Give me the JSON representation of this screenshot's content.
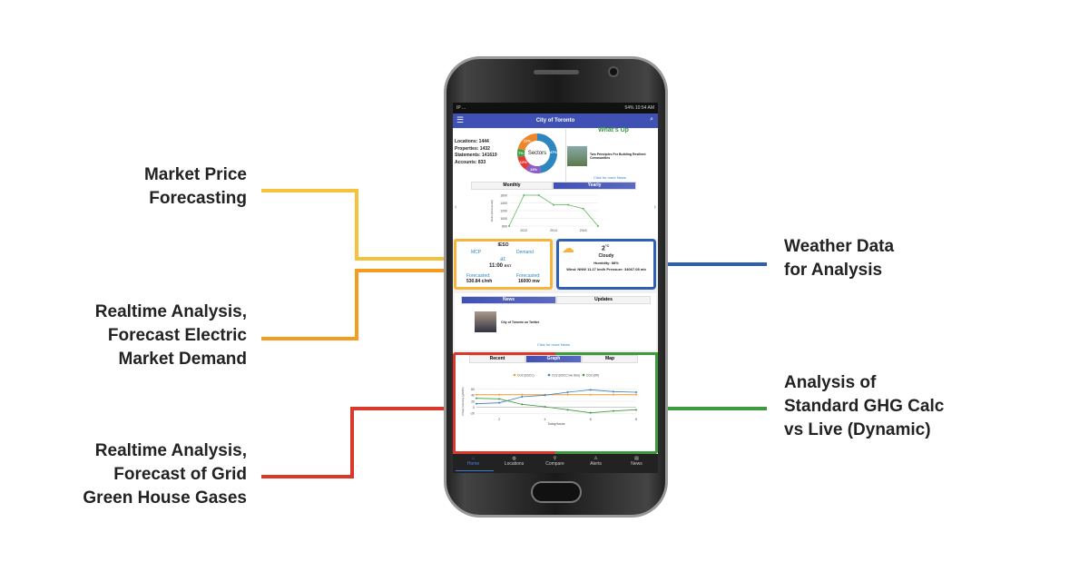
{
  "annotations": {
    "market_price": [
      "Market Price",
      "Forecasting"
    ],
    "realtime_demand": [
      "Realtime Analysis,",
      "Forecast Electric",
      "Market Demand"
    ],
    "realtime_ghg": [
      "Realtime Analysis,",
      "Forecast of Grid",
      "Green House Gases"
    ],
    "weather": [
      "Weather Data",
      "for Analysis"
    ],
    "ghg_calc": [
      "Analysis of",
      "Standard GHG Calc",
      "vs Live (Dynamic)"
    ]
  },
  "colors": {
    "yellow": "#f5c33b",
    "orange": "#f39c1f",
    "red": "#d9392b",
    "blue": "#2f5fb0",
    "green": "#3d9a3d",
    "appbar": "#3f51b5"
  },
  "status_bar": {
    "left": "IP ...",
    "right": "54% 10:54 AM"
  },
  "header": {
    "title": "City of Toronto",
    "menu_icon": "hamburger-icon",
    "search_icon": "search-icon"
  },
  "stats": [
    "Locations: 1444",
    "Properties: 1432",
    "Statements: 141619",
    "Accounts: 833"
  ],
  "donut": {
    "center": "Sectors",
    "slices": [
      {
        "label": "47%",
        "value": 47,
        "color": "#2e86c1"
      },
      {
        "label": "13%",
        "value": 13,
        "color": "#8e5cc7"
      },
      {
        "label": "12%",
        "value": 12,
        "color": "#e53935"
      },
      {
        "label": "7%",
        "value": 7,
        "color": "#43a047"
      },
      {
        "label": "21%",
        "value": 21,
        "color": "#f0862b"
      }
    ]
  },
  "news_top": {
    "heading": "What's Up",
    "headline": "Two Principles For Building Resilient Communities",
    "more": "Click for more News"
  },
  "period_tabs": [
    "Monthly",
    "Yearly"
  ],
  "chart_data": [
    {
      "type": "line",
      "title": "",
      "ylabel": "GHG Emissions(t)",
      "xlabel": "",
      "x": [
        2011,
        2012,
        2013,
        2014,
        2015,
        2016,
        2017
      ],
      "values": [
        800,
        1600,
        1600,
        1350,
        1350,
        1250,
        800
      ],
      "xticks": [
        2012,
        2014,
        2016
      ],
      "yticks": [
        800,
        1000,
        1200,
        1400,
        1600
      ],
      "ylim": [
        800,
        1600
      ],
      "color": "#5cb85c"
    },
    {
      "type": "line",
      "xlabel": "Today/hours",
      "ylabel": "CO2e Intensity (g/kWh)",
      "x": [
        1,
        2,
        3,
        4,
        5,
        6,
        7,
        8
      ],
      "xticks": [
        2,
        4,
        6,
        8
      ],
      "yticks": [
        60,
        40,
        20,
        0,
        -20
      ],
      "ylim": [
        -25,
        65
      ],
      "legend_position": "top",
      "series": [
        {
          "name": "CO2 (EDCC)",
          "color": "#f39c1f",
          "values": [
            42,
            42,
            42,
            42,
            42,
            42,
            42,
            42
          ]
        },
        {
          "name": "CO2 (EDCC live time)",
          "color": "#3a7dc9",
          "values": [
            12,
            15,
            35,
            40,
            50,
            58,
            52,
            50
          ]
        },
        {
          "name": "CO2 (diff)",
          "color": "#3d9a3d",
          "values": [
            30,
            28,
            10,
            2,
            -8,
            -18,
            -12,
            -8
          ]
        }
      ]
    }
  ],
  "ieso": {
    "title": "IESO",
    "mcp": "MCP",
    "demand": "Demand",
    "at": "at:",
    "time": "11:00",
    "tz": "EST",
    "forecasted_label": "Forecasted:",
    "mcp_value": "530.84 c/mh",
    "demand_value": "16000 mw"
  },
  "weather": {
    "temp": "2",
    "unit": "°C",
    "condition": "Cloudy",
    "humidity": "Humidity: 88%",
    "wind": "Wind: NNW 11.27 km/h   Pressure: 34067.08 mb"
  },
  "news_tabs": [
    "News",
    "Updates"
  ],
  "news": {
    "item": "City of Toronto on Twitter",
    "more": "Click for more News"
  },
  "graph_tabs": [
    "Recent",
    "Graph",
    "Map"
  ],
  "bottom_nav": [
    "Home",
    "Locations",
    "Compare",
    "Alerts",
    "News"
  ]
}
